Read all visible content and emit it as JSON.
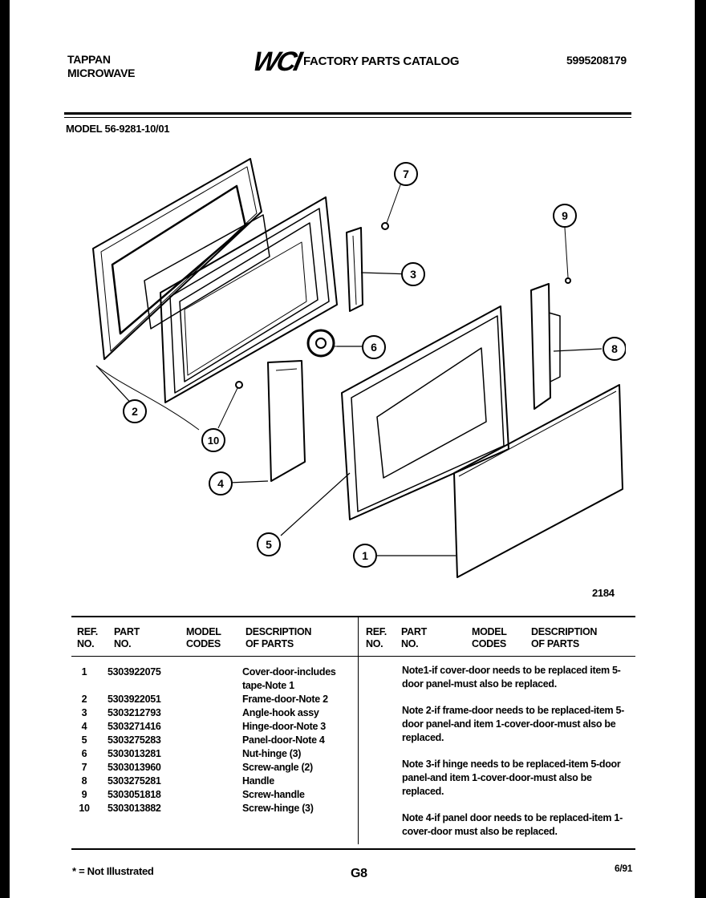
{
  "header": {
    "brand_line1": "TAPPAN",
    "brand_line2": "MICROWAVE",
    "logo": "WCI",
    "title": "FACTORY PARTS CATALOG",
    "catalog_number": "5995208179",
    "model": "MODEL 56-9281-10/01"
  },
  "diagram": {
    "callouts": [
      "1",
      "2",
      "3",
      "4",
      "5",
      "6",
      "7",
      "8",
      "9",
      "10"
    ],
    "drawing_number": "2184"
  },
  "table": {
    "headers": {
      "ref": [
        "REF.",
        "NO."
      ],
      "part": [
        "PART",
        "NO."
      ],
      "model": [
        "MODEL",
        "CODES"
      ],
      "desc": [
        "DESCRIPTION",
        "OF PARTS"
      ]
    },
    "rows": [
      {
        "ref": "1",
        "part": "5303922075",
        "desc": "Cover-door-includes"
      },
      {
        "ref": "",
        "part": "",
        "desc": "tape-Note 1"
      },
      {
        "ref": "2",
        "part": "5303922051",
        "desc": "Frame-door-Note 2"
      },
      {
        "ref": "3",
        "part": "5303212793",
        "desc": "Angle-hook assy"
      },
      {
        "ref": "4",
        "part": "5303271416",
        "desc": "Hinge-door-Note 3"
      },
      {
        "ref": "5",
        "part": "5303275283",
        "desc": "Panel-door-Note 4"
      },
      {
        "ref": "6",
        "part": "5303013281",
        "desc": "Nut-hinge (3)"
      },
      {
        "ref": "7",
        "part": "5303013960",
        "desc": "Screw-angle (2)"
      },
      {
        "ref": "8",
        "part": "5303275281",
        "desc": "Handle"
      },
      {
        "ref": "9",
        "part": "5303051818",
        "desc": "Screw-handle"
      },
      {
        "ref": "10",
        "part": "5303013882",
        "desc": "Screw-hinge (3)"
      }
    ],
    "notes": [
      "Note1-if cover-door needs to be replaced item 5-door panel-must also be replaced.",
      "Note 2-if frame-door needs to be replaced-item 5-door panel-and item 1-cover-door-must also be replaced.",
      "Note 3-if hinge needs to be replaced-item 5-door panel-and item 1-cover-door-must also be replaced.",
      "Note 4-if panel door needs to be replaced-item 1-cover-door must also be replaced."
    ]
  },
  "footer": {
    "not_illustrated": "* = Not Illustrated",
    "page": "G8",
    "date": "6/91"
  }
}
